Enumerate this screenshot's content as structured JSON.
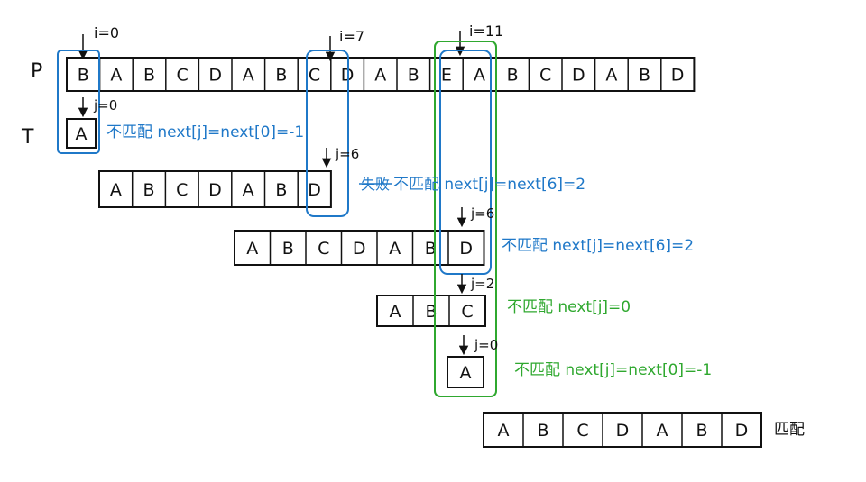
{
  "main_string": {
    "label": "P",
    "cells": [
      "B",
      "A",
      "B",
      "C",
      "D",
      "A",
      "B",
      "C",
      "D",
      "A",
      "B",
      "E",
      "A",
      "B",
      "C",
      "D",
      "A",
      "B",
      "D"
    ]
  },
  "pattern": {
    "label": "T"
  },
  "pointers": {
    "i0": "i=0",
    "i7": "i=7",
    "i11": "i=11"
  },
  "steps": [
    {
      "cells": [
        "A"
      ],
      "j_label": "j=0",
      "note": "不匹配 next[j]=next[0]=-1",
      "strike": ""
    },
    {
      "cells": [
        "A",
        "B",
        "C",
        "D",
        "A",
        "B",
        "D"
      ],
      "j_label": "j=6",
      "note": "不匹配 next[j]=next[6]=2",
      "strike": "失败"
    },
    {
      "cells": [
        "A",
        "B",
        "C",
        "D",
        "A",
        "B",
        "D"
      ],
      "j_label": "j=6",
      "note": "不匹配 next[j]=next[6]=2",
      "strike": ""
    },
    {
      "cells": [
        "A",
        "B",
        "C"
      ],
      "j_label": "j=2",
      "note": "不匹配 next[j]=0",
      "strike": ""
    },
    {
      "cells": [
        "A"
      ],
      "j_label": "j=0",
      "note": "不匹配 next[j]=next[0]=-1",
      "strike": ""
    },
    {
      "cells": [
        "A",
        "B",
        "C",
        "D",
        "A",
        "B",
        "D"
      ],
      "j_label": "",
      "note": "匹配",
      "strike": ""
    }
  ],
  "colors": {
    "ink": "#111111",
    "blue": "#1f78c8",
    "green": "#2fa82f"
  }
}
